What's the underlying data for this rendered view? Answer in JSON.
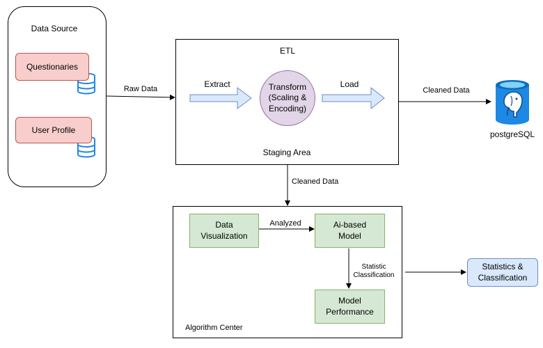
{
  "data_source": {
    "title": "Data Source",
    "questionaries": "Questionaries",
    "user_profile": "User Profile"
  },
  "etl": {
    "title": "ETL",
    "extract": "Extract",
    "transform": "Transform\n(Scaling &\nEncoding)",
    "load": "Load",
    "staging": "Staging Area"
  },
  "edges": {
    "raw_data": "Raw Data",
    "cleaned_data_db": "Cleaned Data",
    "cleaned_data_down": "Cleaned Data",
    "analyzed": "Analyzed",
    "statistic_classification": "Statistic\nClassification"
  },
  "database": {
    "label": "postgreSQL"
  },
  "algorithm": {
    "title": "Algorithm Center",
    "data_viz": "Data\nVisualization",
    "ai_model": "Ai-based\nModel",
    "model_perf": "Model\nPerformance"
  },
  "output": {
    "stats": "Statistics &\nClassification"
  },
  "colors": {
    "red_fill": "#f8cecc",
    "red_stroke": "#b85450",
    "green_fill": "#d5e8d4",
    "green_stroke": "#82b366",
    "purple_fill": "#e1d5e7",
    "purple_stroke": "#9673a6",
    "blue_fill": "#dae8fc",
    "blue_stroke": "#6c8ebf",
    "db_icon": "#1e88e5"
  }
}
